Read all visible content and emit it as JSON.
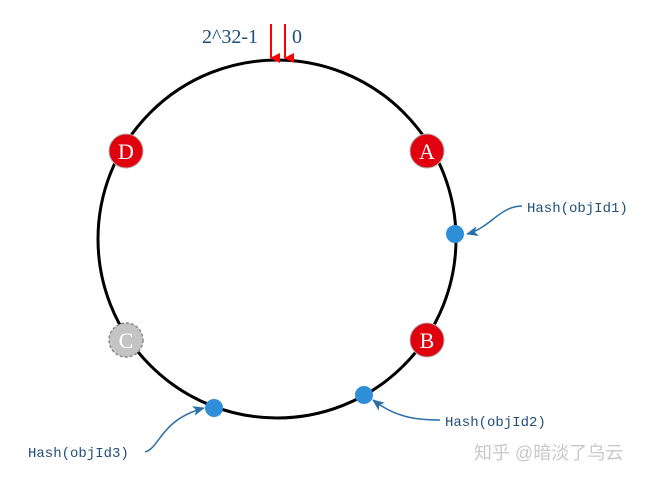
{
  "ring": {
    "max_label": "2^32-1",
    "zero_label": "0"
  },
  "nodes": [
    {
      "id": "node-a",
      "label": "A",
      "fill": "#e0000e",
      "text_color": "#ffffff",
      "dashed": false
    },
    {
      "id": "node-b",
      "label": "B",
      "fill": "#e0000e",
      "text_color": "#ffffff",
      "dashed": false
    },
    {
      "id": "node-c",
      "label": "C",
      "fill": "#c4c4c4",
      "text_color": "#ffffff",
      "dashed": true
    },
    {
      "id": "node-d",
      "label": "D",
      "fill": "#e0000e",
      "text_color": "#ffffff",
      "dashed": false
    }
  ],
  "objects": [
    {
      "label": "Hash(objId1)"
    },
    {
      "label": "Hash(objId2)"
    },
    {
      "label": "Hash(objId3)"
    }
  ],
  "colors": {
    "ring": "#000000",
    "pointer_arrow": "#ff0000",
    "object_dot": "#2f8ed8",
    "object_arrow": "#2a6fa8",
    "label_text": "#1f4e79",
    "watermark": "#c8c8c8"
  },
  "watermark": "知乎 @暗淡了乌云"
}
